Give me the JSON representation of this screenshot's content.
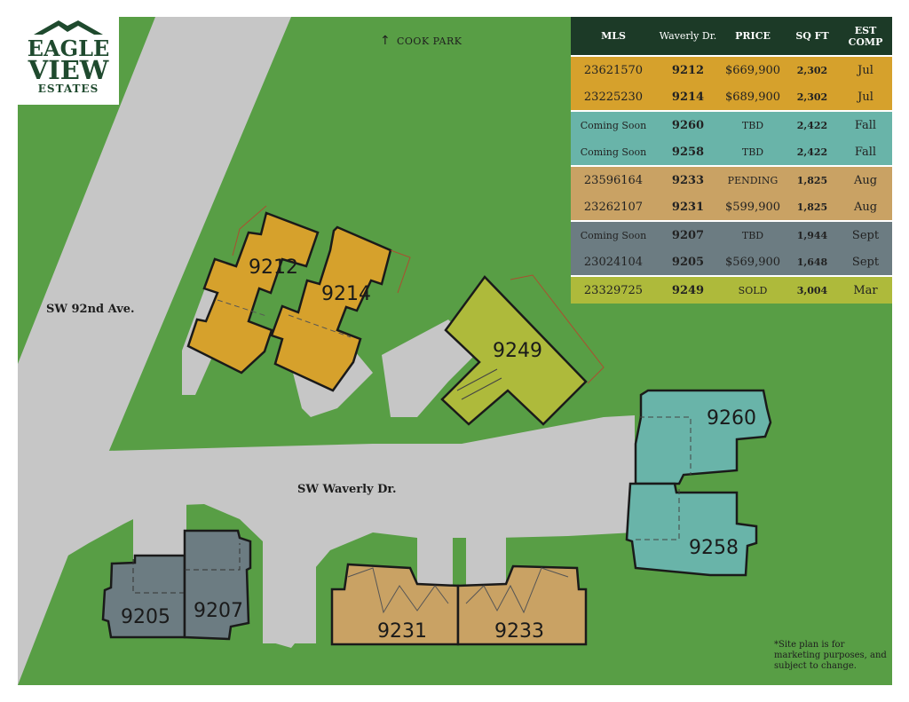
{
  "logo": {
    "line1": "EAGLE",
    "line2": "VIEW",
    "line3": "ESTATES"
  },
  "colors": {
    "grass": "#589e45",
    "road": "#c6c6c6",
    "orange": "#d6a12c",
    "teal": "#69b4a9",
    "tan": "#c9a264",
    "slate": "#6c7c82",
    "lime": "#aeba3b",
    "header": "#1c3a27"
  },
  "map": {
    "cook_park": "COOK PARK",
    "street_92nd": "SW 92nd Ave.",
    "street_waverly": "SW Waverly Dr.",
    "lots": {
      "l9212": "9212",
      "l9214": "9214",
      "l9249": "9249",
      "l9260": "9260",
      "l9258": "9258",
      "l9205": "9205",
      "l9207": "9207",
      "l9231": "9231",
      "l9233": "9233"
    }
  },
  "table": {
    "headers": {
      "mls": "MLS",
      "waverly": "Waverly Dr.",
      "price": "PRICE",
      "sqft": "SQ FT",
      "est_l1": "EST",
      "est_l2": "COMP"
    },
    "rows": [
      {
        "mls": "23621570",
        "addr": "9212",
        "price": "$669,900",
        "sqft": "2,302",
        "comp": "Jul"
      },
      {
        "mls": "23225230",
        "addr": "9214",
        "price": "$689,900",
        "sqft": "2,302",
        "comp": "Jul"
      },
      {
        "mls": "Coming Soon",
        "addr": "9260",
        "price": "TBD",
        "sqft": "2,422",
        "comp": "Fall"
      },
      {
        "mls": "Coming Soon",
        "addr": "9258",
        "price": "TBD",
        "sqft": "2,422",
        "comp": "Fall"
      },
      {
        "mls": "23596164",
        "addr": "9233",
        "price": "PENDING",
        "sqft": "1,825",
        "comp": "Aug"
      },
      {
        "mls": "23262107",
        "addr": "9231",
        "price": "$599,900",
        "sqft": "1,825",
        "comp": "Aug"
      },
      {
        "mls": "Coming Soon",
        "addr": "9207",
        "price": "TBD",
        "sqft": "1,944",
        "comp": "Sept"
      },
      {
        "mls": "23024104",
        "addr": "9205",
        "price": "$569,900",
        "sqft": "1,648",
        "comp": "Sept"
      },
      {
        "mls": "23329725",
        "addr": "9249",
        "price": "SOLD",
        "sqft": "3,004",
        "comp": "Mar"
      }
    ]
  },
  "disclaimer": "*Site plan is for marketing purposes, and subject to change."
}
